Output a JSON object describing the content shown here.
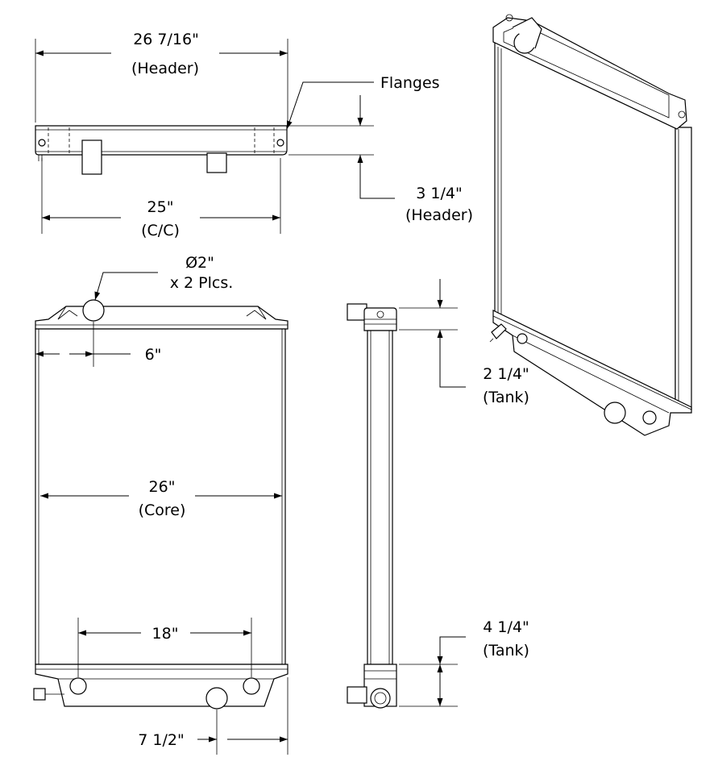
{
  "dimensions": {
    "header_width": {
      "value": "26 7/16\"",
      "note": "(Header)"
    },
    "flanges": {
      "label": "Flanges"
    },
    "center_to_center": {
      "value": "25\"",
      "note": "(C/C)"
    },
    "header_height": {
      "value": "3 1/4\"",
      "note": "(Header)"
    },
    "inlet_diameter": {
      "value": "Ø2\"",
      "note": "x 2 Plcs."
    },
    "inlet_offset": {
      "value": "6\""
    },
    "core_width": {
      "value": "26\"",
      "note": "(Core)"
    },
    "top_tank": {
      "value": "2 1/4\"",
      "note": "(Tank)"
    },
    "bottom_tank": {
      "value": "4 1/4\"",
      "note": "(Tank)"
    },
    "outlet_spacing": {
      "value": "18\""
    },
    "outlet_offset": {
      "value": "7 1/2\""
    }
  }
}
